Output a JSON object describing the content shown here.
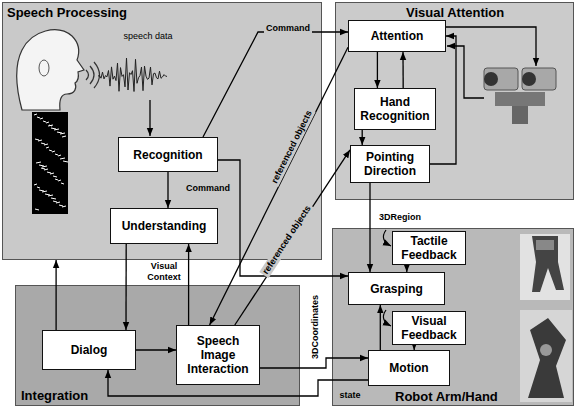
{
  "diagram": {
    "nodes": [
      {
        "text": [
          "Speech Processing"
        ]
      },
      {
        "text": [
          "Recognition"
        ],
        "in": 0
      },
      {
        "text": [
          "Understanding"
        ],
        "in": 0
      },
      {
        "text": [
          "Visual Attention"
        ]
      },
      {
        "text": [
          "Attention"
        ],
        "in": 3
      },
      {
        "text": [
          "Hand Recognition"
        ],
        "in": 3
      },
      {
        "text": [
          "Pointing Direction"
        ],
        "in": 3
      },
      {
        "text": [
          "Integration"
        ]
      },
      {
        "text": [
          "Dialog"
        ],
        "in": 7
      },
      {
        "text": [
          "Speech Image Interaction"
        ],
        "in": 7
      },
      {
        "text": [
          "Robot Arm/Hand"
        ]
      },
      {
        "text": [
          "Tactile Feedback"
        ],
        "in": 10
      },
      {
        "text": [
          "Grasping"
        ],
        "in": 10
      },
      {
        "text": [
          "Visual Feedback"
        ],
        "in": 10
      },
      {
        "text": [
          "Motion"
        ],
        "in": 10
      }
    ],
    "edges": [
      {
        "from": 1,
        "to": 2,
        "arrow": "to"
      },
      {
        "from": 1,
        "to": 4,
        "label": "Command",
        "arrow": "to"
      },
      {
        "from": 1,
        "to": 12,
        "label": "Command",
        "arrow": "to"
      },
      {
        "from": 2,
        "to": 8,
        "arrow": "to"
      },
      {
        "from": 9,
        "to": 2,
        "label": "Visual Context",
        "arrow": "to"
      },
      {
        "from": 8,
        "to": 9,
        "arrow": "to"
      },
      {
        "from": 8,
        "to": 0,
        "arrow": "to"
      },
      {
        "from": 4,
        "to": 9,
        "label": "referenced objects",
        "arrow": "to"
      },
      {
        "from": 9,
        "to": 6,
        "label": "referenced objects",
        "arrow": "to"
      },
      {
        "from": 6,
        "to": 12,
        "label": "3DRegion",
        "arrow": "to"
      },
      {
        "from": 9,
        "to": 14,
        "label": "3DCoordinates",
        "arrow": "to"
      },
      {
        "from": 14,
        "to": 8,
        "label": "state",
        "arrow": "to"
      },
      {
        "from": 4,
        "to": 5,
        "arrow": "to"
      },
      {
        "from": 5,
        "to": 4,
        "arrow": "to"
      },
      {
        "from": 5,
        "to": 6,
        "arrow": "to"
      },
      {
        "from": 6,
        "to": 4,
        "arrow": "to"
      },
      {
        "from": 14,
        "to": 12,
        "arrow": "to"
      },
      {
        "from": 11,
        "to": 12,
        "arrow": "to"
      },
      {
        "from": 13,
        "to": 14,
        "arrow": "to"
      }
    ],
    "labels": [
      "speech data"
    ]
  }
}
